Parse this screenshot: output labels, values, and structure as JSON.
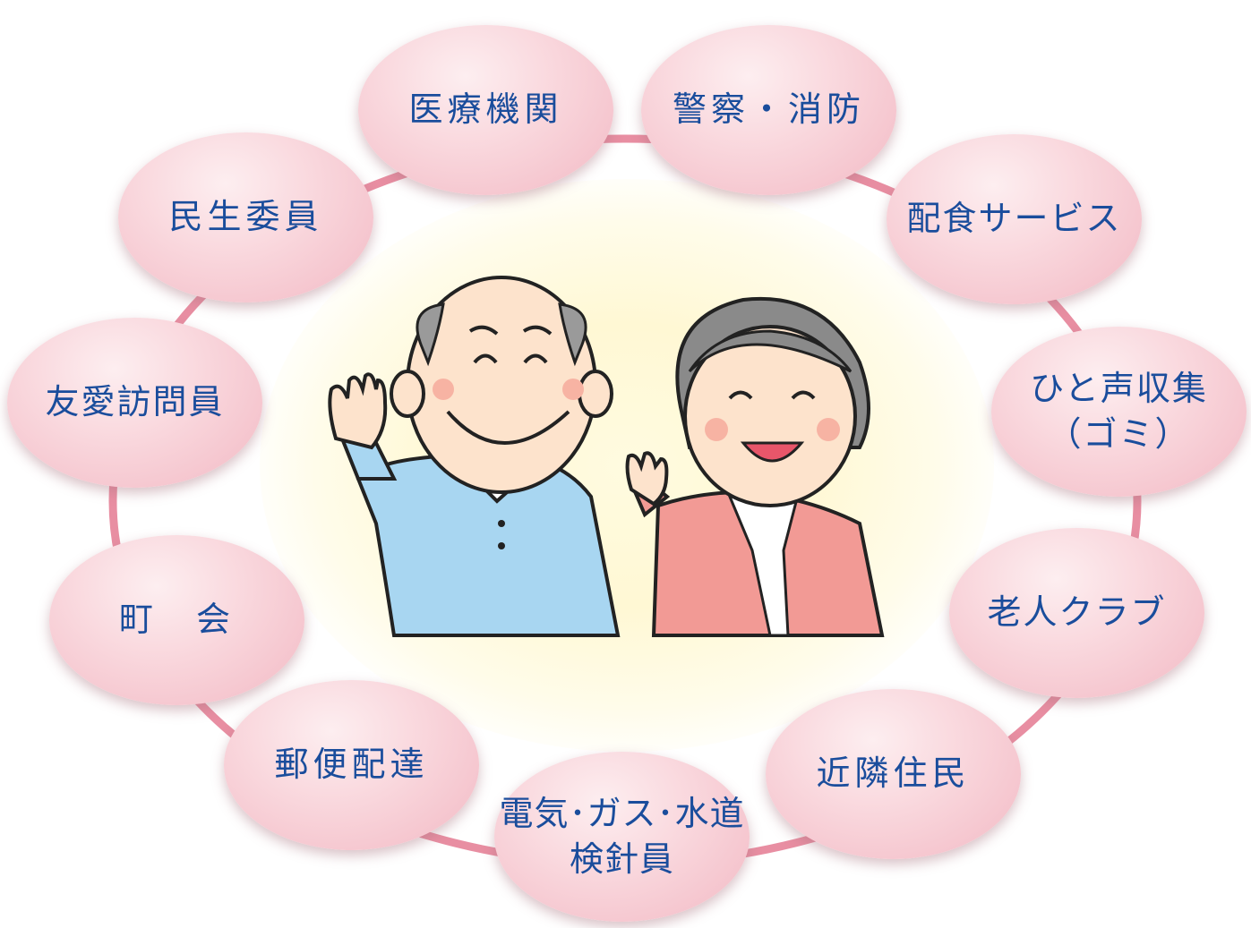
{
  "nodes": [
    {
      "id": "iryou",
      "label": "医療機関"
    },
    {
      "id": "keisatsu",
      "label": "警察・消防"
    },
    {
      "id": "haishoku",
      "label": "配食サービス"
    },
    {
      "id": "hitogoe",
      "label": "ひと声収集\n（ゴミ）"
    },
    {
      "id": "roujin",
      "label": "老人クラブ"
    },
    {
      "id": "kinrin",
      "label": "近隣住民"
    },
    {
      "id": "kenshin",
      "label": "電気･ガス･水道\n検針員"
    },
    {
      "id": "yuubin",
      "label": "郵便配達"
    },
    {
      "id": "choukai",
      "label": "町　会"
    },
    {
      "id": "yuuai",
      "label": "友愛訪問員"
    },
    {
      "id": "minsei",
      "label": "民生委員"
    }
  ],
  "center_image": "elderly-couple-waving",
  "colors": {
    "node": "#f6c9d1",
    "ring": "#e88ea2",
    "text": "#1a4d9c"
  }
}
